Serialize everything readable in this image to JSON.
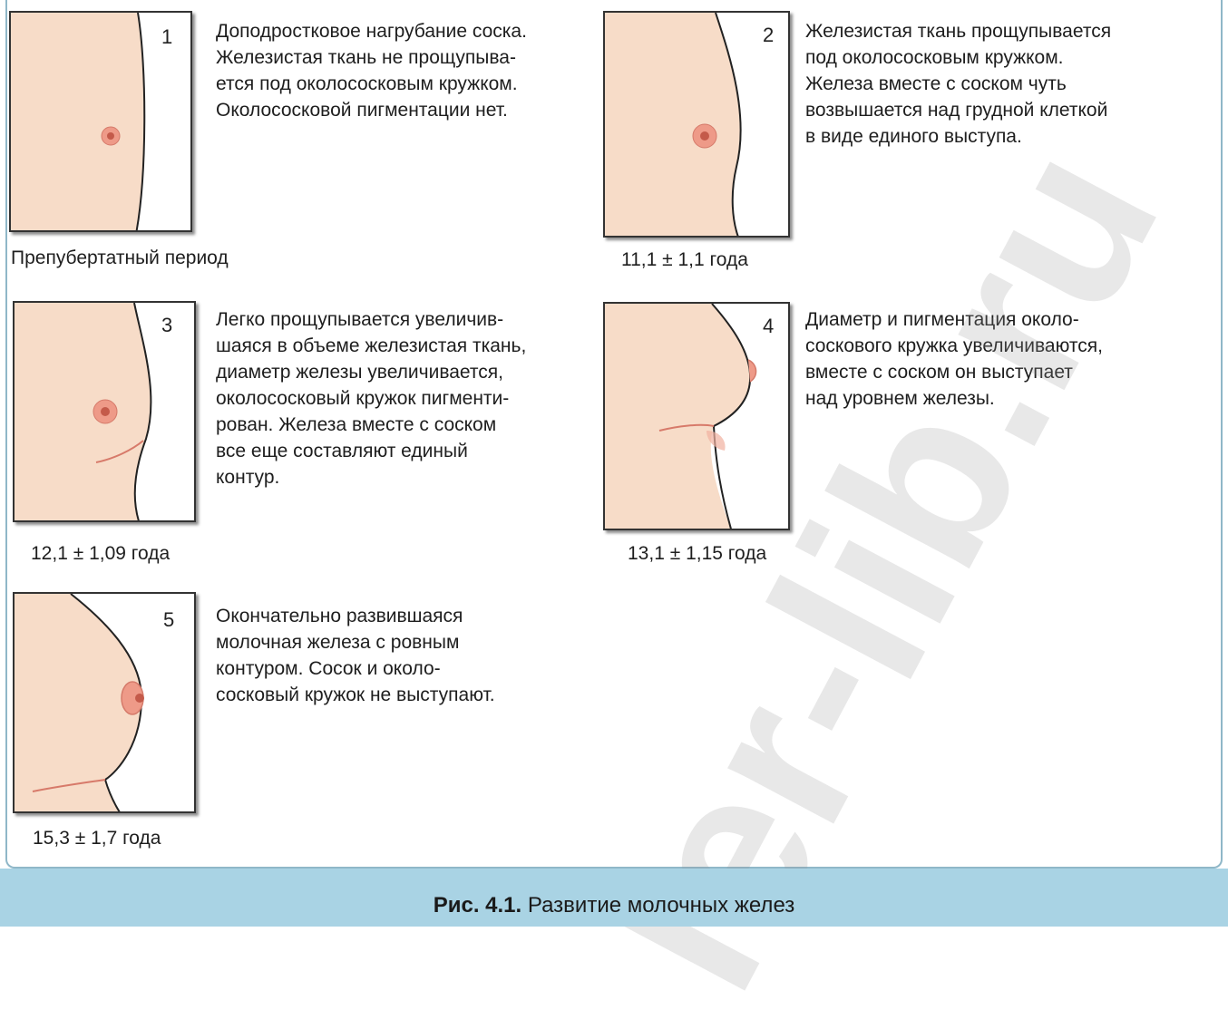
{
  "stages": [
    {
      "number": "1",
      "description": "Доподростковое нагрубание соска.\nЖелезистая ткань не прощупыва-\nется под околососковым кружком.\nОколососковой пигментации нет.",
      "age": "Препубертатный период"
    },
    {
      "number": "2",
      "description": "Железистая ткань прощупывается\nпод околососковым кружком.\nЖелеза вместе с соском чуть\nвозвышается над грудной клеткой\nв виде единого выступа.",
      "age": "11,1 ± 1,1 года"
    },
    {
      "number": "3",
      "description": "Легко прощупывается увеличив-\nшаяся в объеме железистая ткань,\nдиаметр железы увеличивается,\nоколососковый кружок пигменти-\nрован. Железа вместе с соском\nвсе еще составляют единый\nконтур.",
      "age": "12,1 ± 1,09 года"
    },
    {
      "number": "4",
      "description": "Диаметр и пигментация около-\nсоскового кружка увеличиваются,\nвместе с соском он выступает\nнад уровнем железы.",
      "age": "13,1 ± 1,15 года"
    },
    {
      "number": "5",
      "description": "Окончательно развившаяся\nмолочная железа с ровным\nконтуром. Сосок и около-\nсосковый кружок не выступают.",
      "age": "15,3 ± 1,7 года"
    }
  ],
  "caption": {
    "label": "Рис. 4.1.",
    "text": "Развитие молочных желез"
  },
  "watermark": "ler-lib.ru",
  "colors": {
    "skin": "#f7dcc8",
    "areola": "#e88a7a",
    "caption_band": "#a9d3e4",
    "frame": "#8fb7c8"
  }
}
